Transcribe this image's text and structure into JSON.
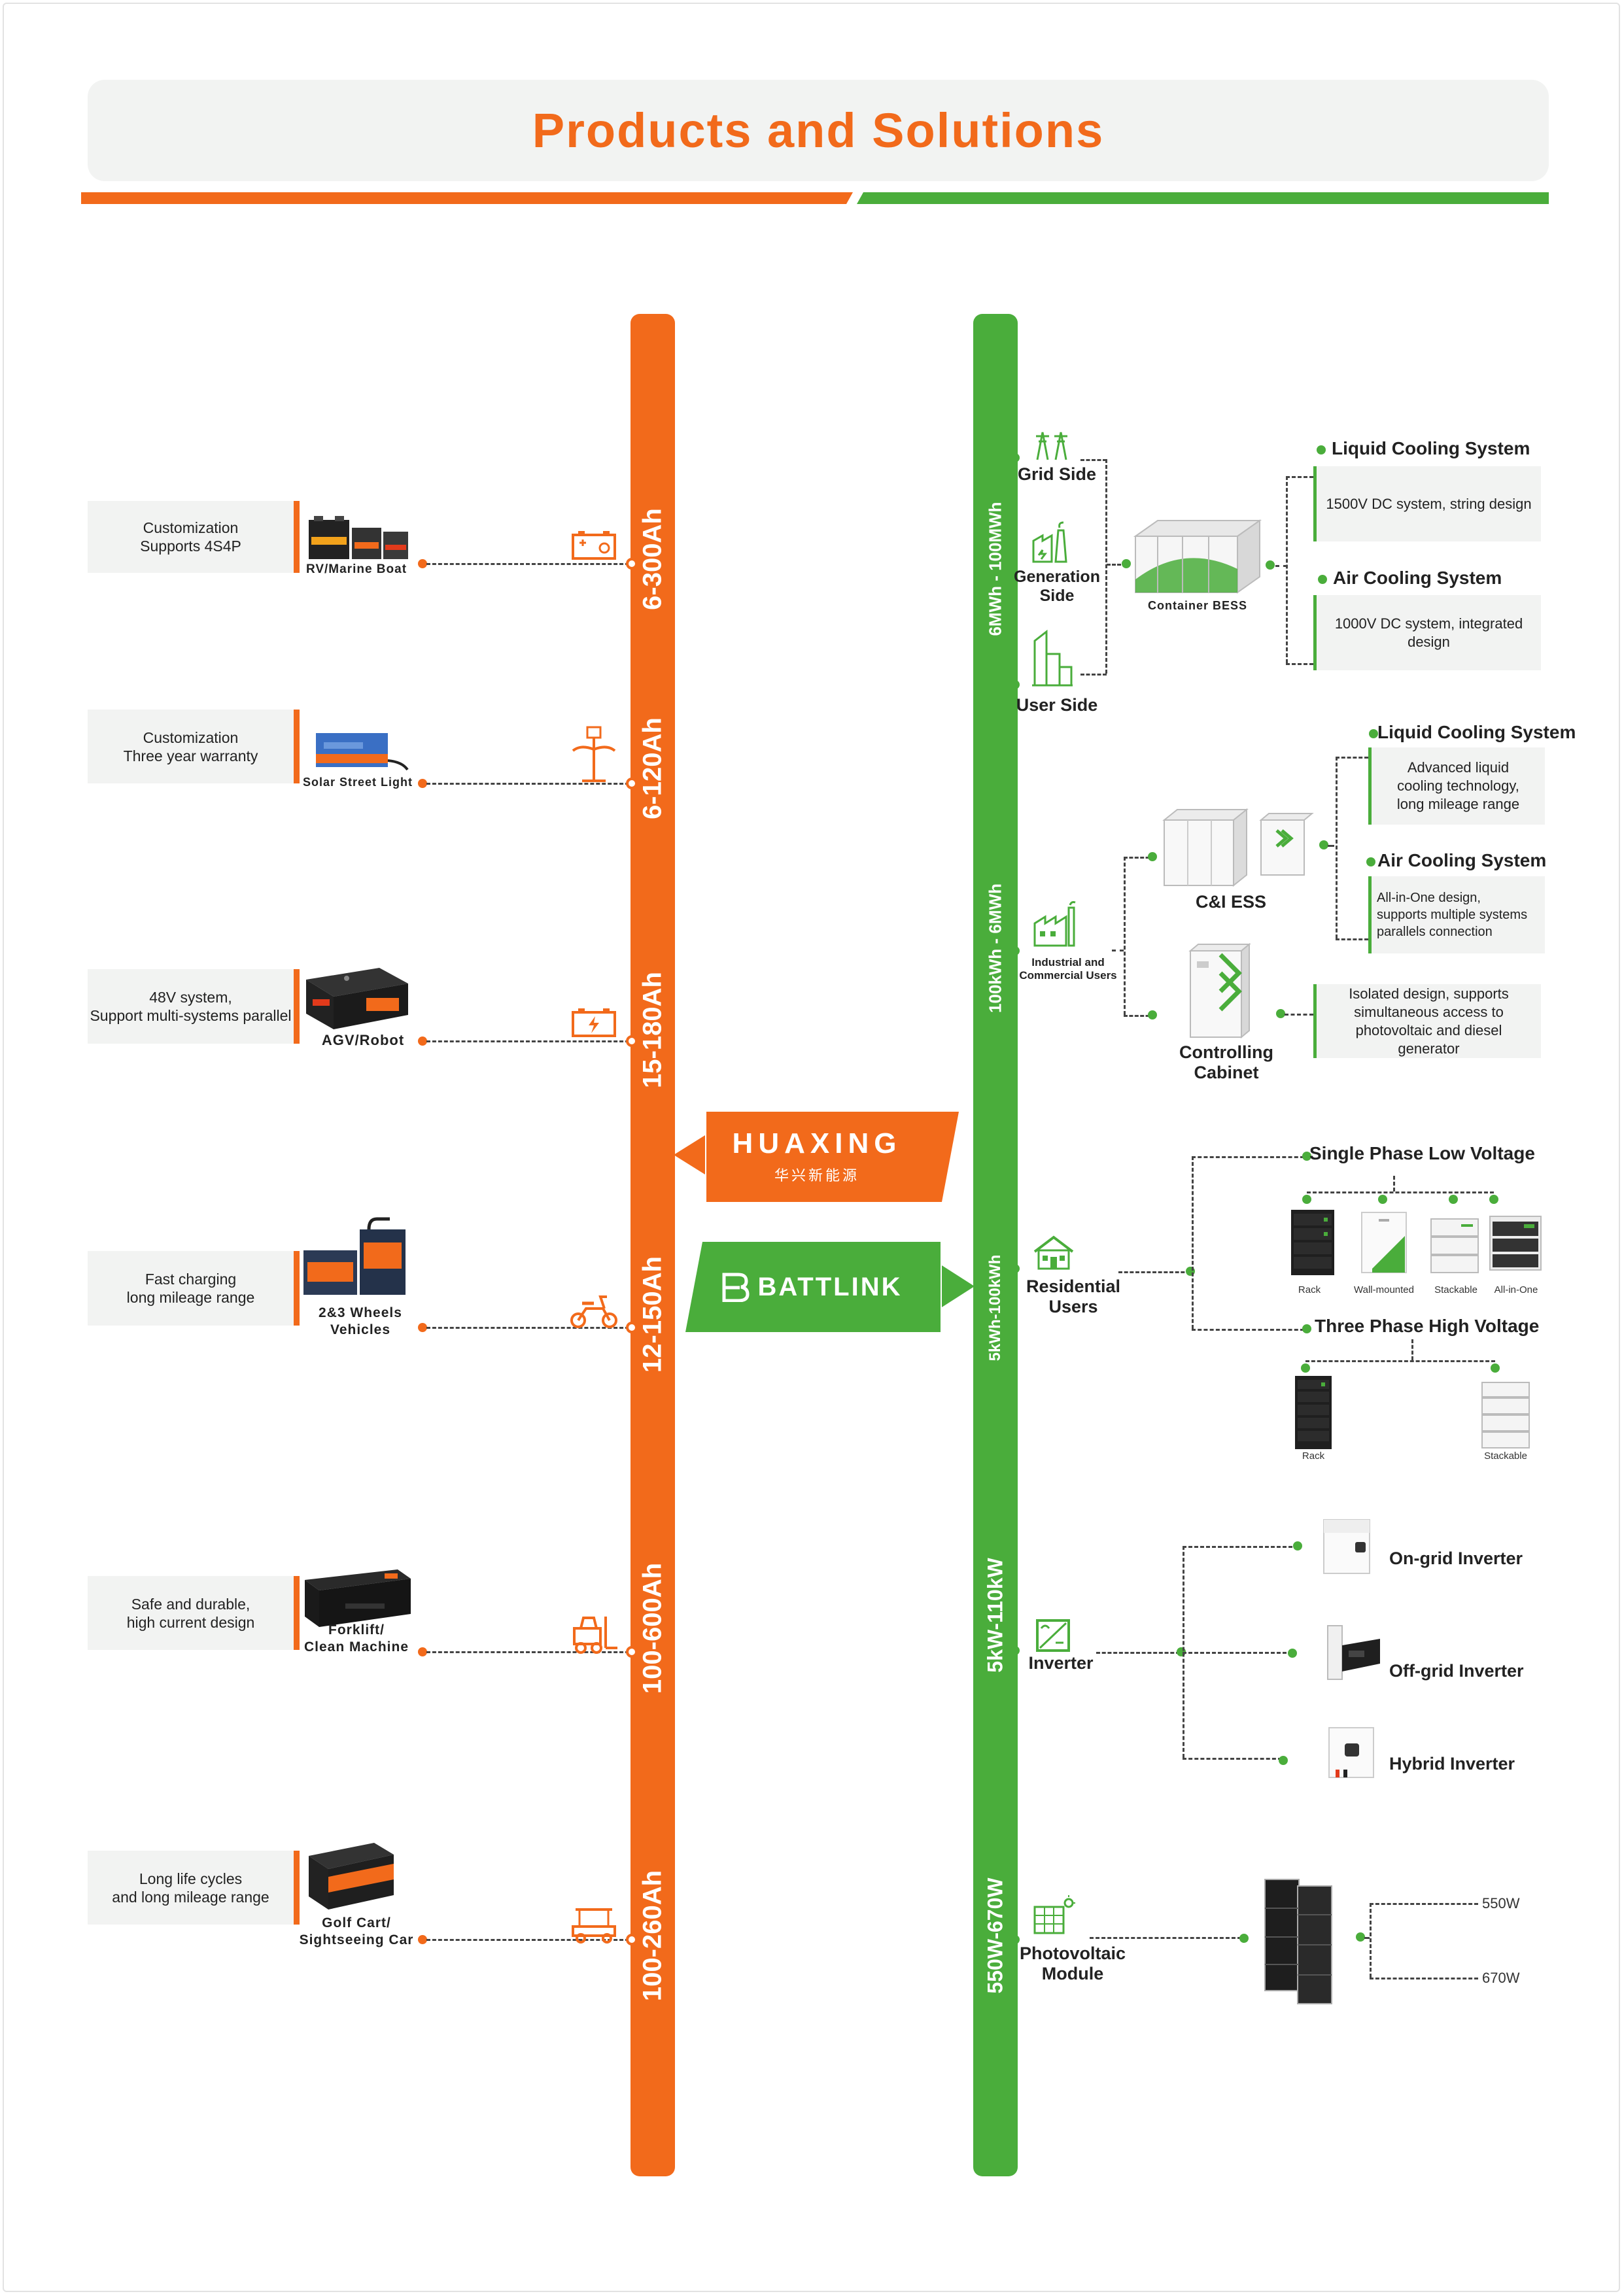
{
  "title": "Products and Solutions",
  "colors": {
    "orange": "#f26a1b",
    "green": "#4aad3b",
    "panel": "#f2f3f2"
  },
  "brands": {
    "huaxing": {
      "name": "HUAXING",
      "sub": "华兴新能源"
    },
    "battlink": {
      "name": "BATTLINK"
    }
  },
  "lead_acid_side": {
    "rows": [
      {
        "range": "6-300Ah",
        "feature": [
          "Customization",
          "Supports 4S4P"
        ],
        "product": [
          "RV/Marine Boat"
        ],
        "icon": "battery-icon"
      },
      {
        "range": "6-120Ah",
        "feature": [
          "Customization",
          "Three year warranty"
        ],
        "product": [
          "Solar Street Light"
        ],
        "icon": "street-light-icon"
      },
      {
        "range": "15-180Ah",
        "feature": [
          "48V system,",
          "Support multi-systems parallel"
        ],
        "product": [
          "AGV/Robot"
        ],
        "icon": "battery-charge-icon"
      },
      {
        "range": "12-150Ah",
        "feature": [
          "Fast charging",
          "long mileage range"
        ],
        "product": [
          "2&3 Wheels",
          "Vehicles"
        ],
        "icon": "scooter-icon"
      },
      {
        "range": "100-600Ah",
        "feature": [
          "Safe and durable,",
          "high current design"
        ],
        "product": [
          "Forklift/",
          "Clean Machine"
        ],
        "icon": "forklift-icon"
      },
      {
        "range": "100-260Ah",
        "feature": [
          "Long life cycles",
          "and long mileage range"
        ],
        "product": [
          "Golf Cart/",
          "Sightseeing Car"
        ],
        "icon": "golf-cart-icon"
      }
    ]
  },
  "energy_side": {
    "ranges": {
      "mwh": "6MWh - 100MWh",
      "kwh_mwh": "100kWh - 6MWh",
      "kwh": "5kWh-100kWh",
      "kw": "5kW-110kW",
      "w": "550W-670W"
    },
    "utility": {
      "nodes": [
        "Grid Side",
        "Generation Side",
        "User Side"
      ],
      "generation_lines": [
        "Generation",
        "Side"
      ],
      "product": "Container BESS",
      "systems": [
        {
          "title": "Liquid Cooling System",
          "desc": [
            "1500V DC system, string design"
          ]
        },
        {
          "title": "Air Cooling System",
          "desc": [
            "1000V DC system, integrated",
            "design"
          ]
        }
      ]
    },
    "ci": {
      "node": [
        "Industrial and",
        "Commercial  Users"
      ],
      "ess": "C&I ESS",
      "cabinet": [
        "Controlling",
        "Cabinet"
      ],
      "systems": [
        {
          "title": "Liquid Cooling System",
          "desc": [
            "Advanced liquid",
            "cooling technology,",
            "long mileage range"
          ]
        },
        {
          "title": "Air Cooling System",
          "desc": [
            "All-in-One design,",
            "supports multiple systems",
            "parallels connection"
          ]
        }
      ],
      "cabinet_desc": [
        "Isolated design, supports",
        "simultaneous access to",
        "photovoltaic and diesel",
        "generator"
      ]
    },
    "residential": {
      "node": [
        "Residential",
        "Users"
      ],
      "single": "Single Phase Low Voltage",
      "single_items": [
        "Rack",
        "Wall-mounted",
        "Stackable",
        "All-in-One"
      ],
      "three": "Three Phase High Voltage",
      "three_items": [
        "Rack",
        "Stackable"
      ]
    },
    "inverter": {
      "node": "Inverter",
      "items": [
        "On-grid Inverter",
        "Off-grid Inverter",
        "Hybrid Inverter"
      ]
    },
    "pv": {
      "node": [
        "Photovoltaic",
        "Module"
      ],
      "items": [
        "550W",
        "670W"
      ]
    }
  }
}
